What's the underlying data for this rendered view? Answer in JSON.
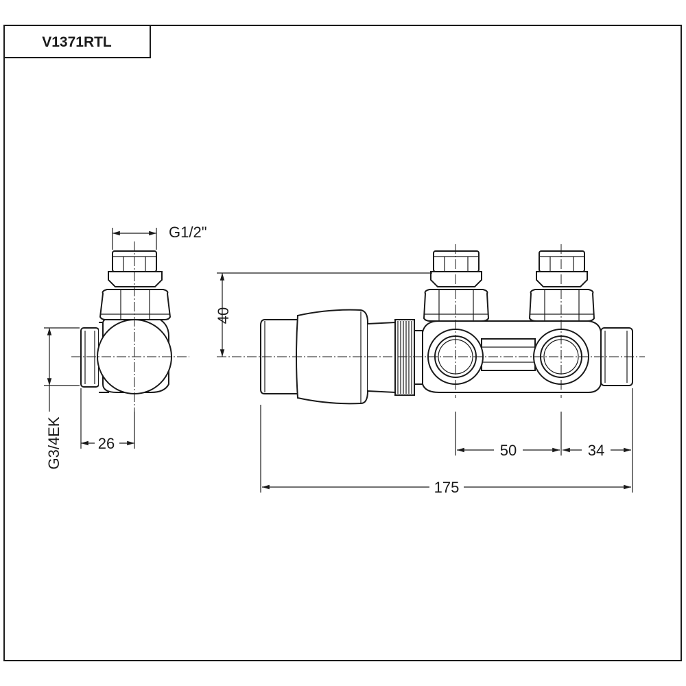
{
  "title_block": {
    "model": "V1371RTL"
  },
  "side_view": {
    "top_thread_label": "G1/2\"",
    "side_thread_label": "G3/4EK",
    "offset_dimension": "26"
  },
  "front_view": {
    "height_dimension": "40",
    "spacing_dimension": "50",
    "end_dimension": "34",
    "overall_length_dimension": "175"
  }
}
